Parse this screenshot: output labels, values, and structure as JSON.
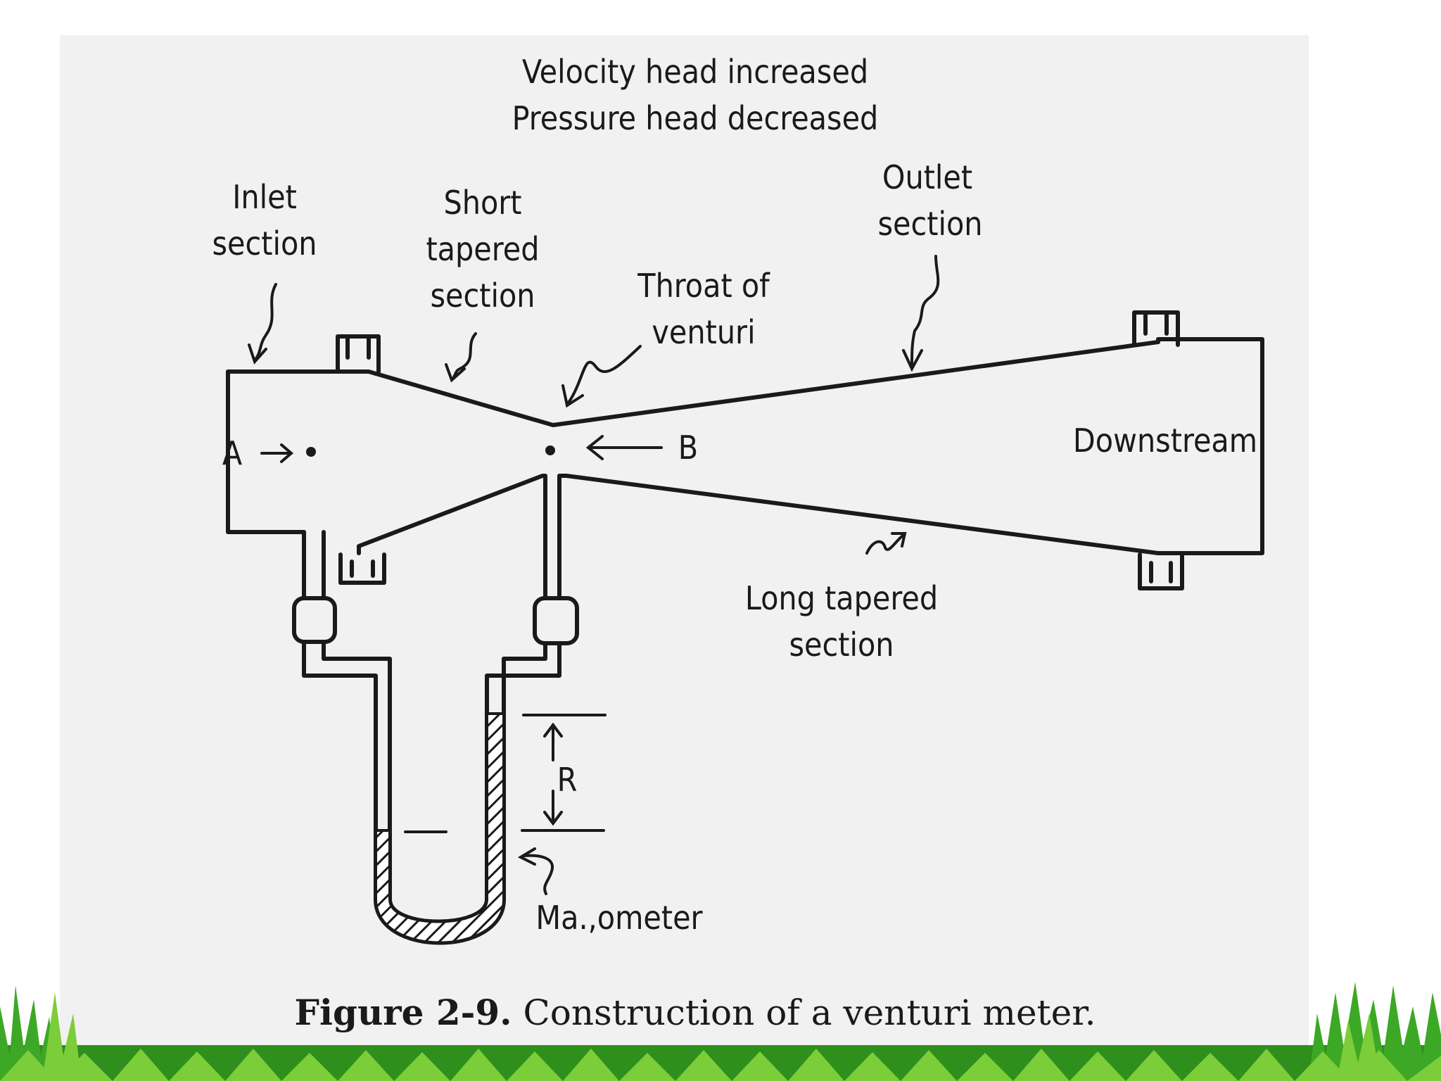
{
  "colors": {
    "page": "#ffffff",
    "paper": "#f1f1f1",
    "ink": "#1a1a1a",
    "grass_dark": "#2f8f1c",
    "grass_light": "#7ccd3a"
  },
  "labels": {
    "velocity": "Velocity head increased",
    "pressure": "Pressure head decreased",
    "inlet_1": "Inlet",
    "inlet_2": "section",
    "short_1": "Short",
    "short_2": "tapered",
    "short_3": "section",
    "throat_1": "Throat of",
    "throat_2": "venturi",
    "outlet_1": "Outlet",
    "outlet_2": "section",
    "point_a": "A",
    "point_b": "B",
    "downstream": "Downstream",
    "long_1": "Long tapered",
    "long_2": "section",
    "r": "R",
    "manometer": "Ma.,ometer"
  },
  "caption": {
    "number": "Figure 2-9.",
    "text": "Construction of a venturi meter."
  }
}
